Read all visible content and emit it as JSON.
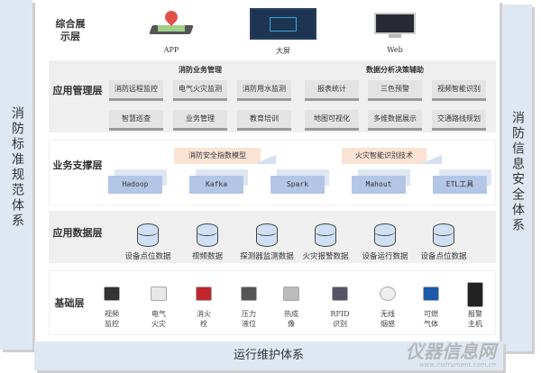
{
  "left_panel": {
    "title": "消防标准规范体系"
  },
  "right_panel": {
    "title": "消防信息安全体系"
  },
  "bottom_panel": {
    "title": "运行维护体系"
  },
  "presentation": {
    "label": "综合展示层",
    "items": [
      "APP",
      "大屏",
      "Web"
    ]
  },
  "application": {
    "label": "应用管理层",
    "group1": {
      "title": "消防业务管理",
      "items": [
        "消防远程监控",
        "电气火灾监测",
        "消防用水监测",
        "智慧巡查",
        "业务管理",
        "教育培训"
      ]
    },
    "group2": {
      "title": "数据分析决策辅助",
      "items": [
        "报表统计",
        "三色预警",
        "视频智能识别",
        "地图可视化",
        "多维数据展示",
        "交通路线规划"
      ]
    }
  },
  "support": {
    "label": "业务支撑层",
    "models": [
      "消防安全指数模型",
      "火灾智能识别技术"
    ],
    "tech": [
      "Hadoop",
      "Kafka",
      "Spark",
      "Mahout",
      "ETL工具"
    ]
  },
  "data": {
    "label": "应用数据层",
    "items": [
      "设备点位数据",
      "视频数据",
      "探测器监测数据",
      "火灾报警数据",
      "设备运行数据",
      "设备点位数据"
    ]
  },
  "base": {
    "label": "基础层",
    "devices": [
      [
        "视频",
        "监控"
      ],
      [
        "电气",
        "火灾"
      ],
      [
        "消火",
        "栓"
      ],
      [
        "压力",
        "液位"
      ],
      [
        "热成",
        "像"
      ],
      [
        "RFID",
        "识别"
      ],
      [
        "无线",
        "烟感"
      ],
      [
        "可燃",
        "气体"
      ],
      [
        "报警",
        "主机"
      ]
    ]
  },
  "watermark": {
    "text": "仪器信息网",
    "url": "www.instrument.com.cn"
  }
}
